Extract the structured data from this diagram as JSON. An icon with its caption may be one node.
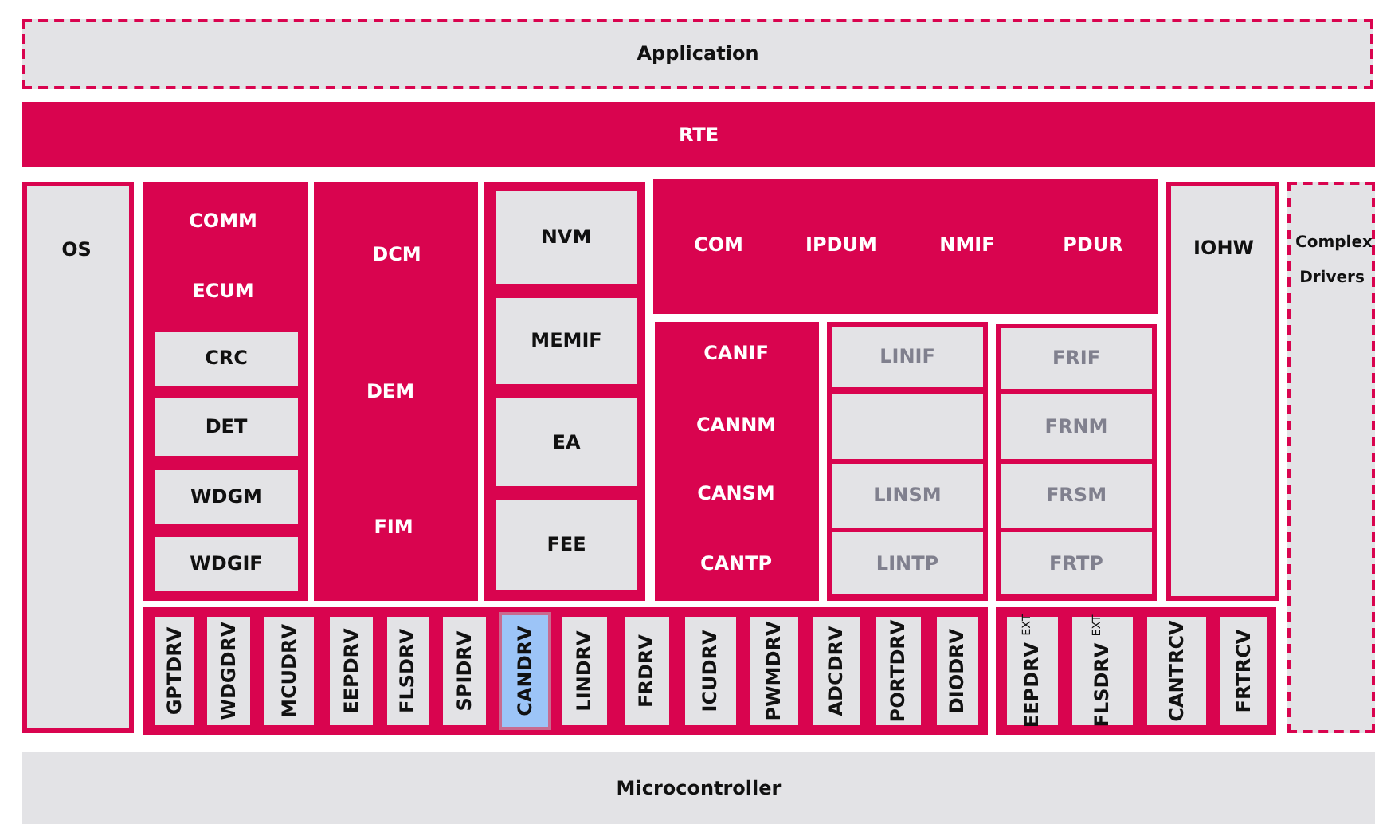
{
  "diagram": {
    "nodes": [
      {
        "text": [
          "Application"
        ]
      },
      {
        "text": [
          "RTE"
        ]
      },
      {
        "text": [
          "OS"
        ]
      },
      {
        "text": [
          "COMM",
          "ECUM"
        ]
      },
      {
        "text": [
          "CRC"
        ],
        "in": 3
      },
      {
        "text": [
          "DET"
        ],
        "in": 3
      },
      {
        "text": [
          "WDGM"
        ],
        "in": 3
      },
      {
        "text": [
          "WDGIF"
        ],
        "in": 3
      },
      {
        "text": [
          "DCM",
          "DEM",
          "FIM"
        ]
      },
      {
        "text": [],
        "shape": "box"
      },
      {
        "text": [
          "NVM"
        ],
        "in": 9
      },
      {
        "text": [
          "MEMIF"
        ],
        "in": 9
      },
      {
        "text": [
          "EA"
        ],
        "in": 9
      },
      {
        "text": [
          "FEE"
        ],
        "in": 9
      },
      {
        "text": [
          "COM",
          "IPDUM",
          "NMIF",
          "PDUR"
        ]
      },
      {
        "text": [
          "CANIF",
          "CANNM",
          "CANSM",
          "CANTP"
        ]
      },
      {
        "text": [],
        "shape": "box"
      },
      {
        "text": [
          "LINIF"
        ],
        "in": 16
      },
      {
        "text": [],
        "shape": "box",
        "in": 16
      },
      {
        "text": [
          "LINSM"
        ],
        "in": 16
      },
      {
        "text": [
          "LINTP"
        ],
        "in": 16
      },
      {
        "text": [],
        "shape": "box"
      },
      {
        "text": [
          "FRIF"
        ],
        "in": 21
      },
      {
        "text": [
          "FRNM"
        ],
        "in": 21
      },
      {
        "text": [
          "FRSM"
        ],
        "in": 21
      },
      {
        "text": [
          "FRTP"
        ],
        "in": 21
      },
      {
        "text": [
          "IOHW"
        ]
      },
      {
        "text": [
          "Complex Drivers"
        ]
      },
      {
        "text": [],
        "shape": "box"
      },
      {
        "text": [
          "GPTDRV"
        ],
        "in": 28
      },
      {
        "text": [
          "WDGDRV"
        ],
        "in": 28
      },
      {
        "text": [
          "MCUDRV"
        ],
        "in": 28
      },
      {
        "text": [
          "EEPDRV"
        ],
        "in": 28
      },
      {
        "text": [
          "FLSDRV"
        ],
        "in": 28
      },
      {
        "text": [
          "SPIDRV"
        ],
        "in": 28
      },
      {
        "text": [
          "CANDRV"
        ],
        "in": 28
      },
      {
        "text": [
          "LINDRV"
        ],
        "in": 28
      },
      {
        "text": [
          "FRDRV"
        ],
        "in": 28
      },
      {
        "text": [
          "ICUDRV"
        ],
        "in": 28
      },
      {
        "text": [
          "PWMDRV"
        ],
        "in": 28
      },
      {
        "text": [
          "ADCDRV"
        ],
        "in": 28
      },
      {
        "text": [
          "PORTDRV"
        ],
        "in": 28
      },
      {
        "text": [
          "DIODRV"
        ],
        "in": 28
      },
      {
        "text": [],
        "shape": "box"
      },
      {
        "text": [
          "EEPDRV $^{EXT}$"
        ],
        "in": 43
      },
      {
        "text": [
          "FLSDRV $^{EXT}$"
        ],
        "in": 43
      },
      {
        "text": [
          "CANTRCV"
        ],
        "in": 43
      },
      {
        "text": [
          "FRTRCV"
        ],
        "in": 43
      },
      {
        "text": [
          "Microcontroller"
        ]
      }
    ]
  }
}
